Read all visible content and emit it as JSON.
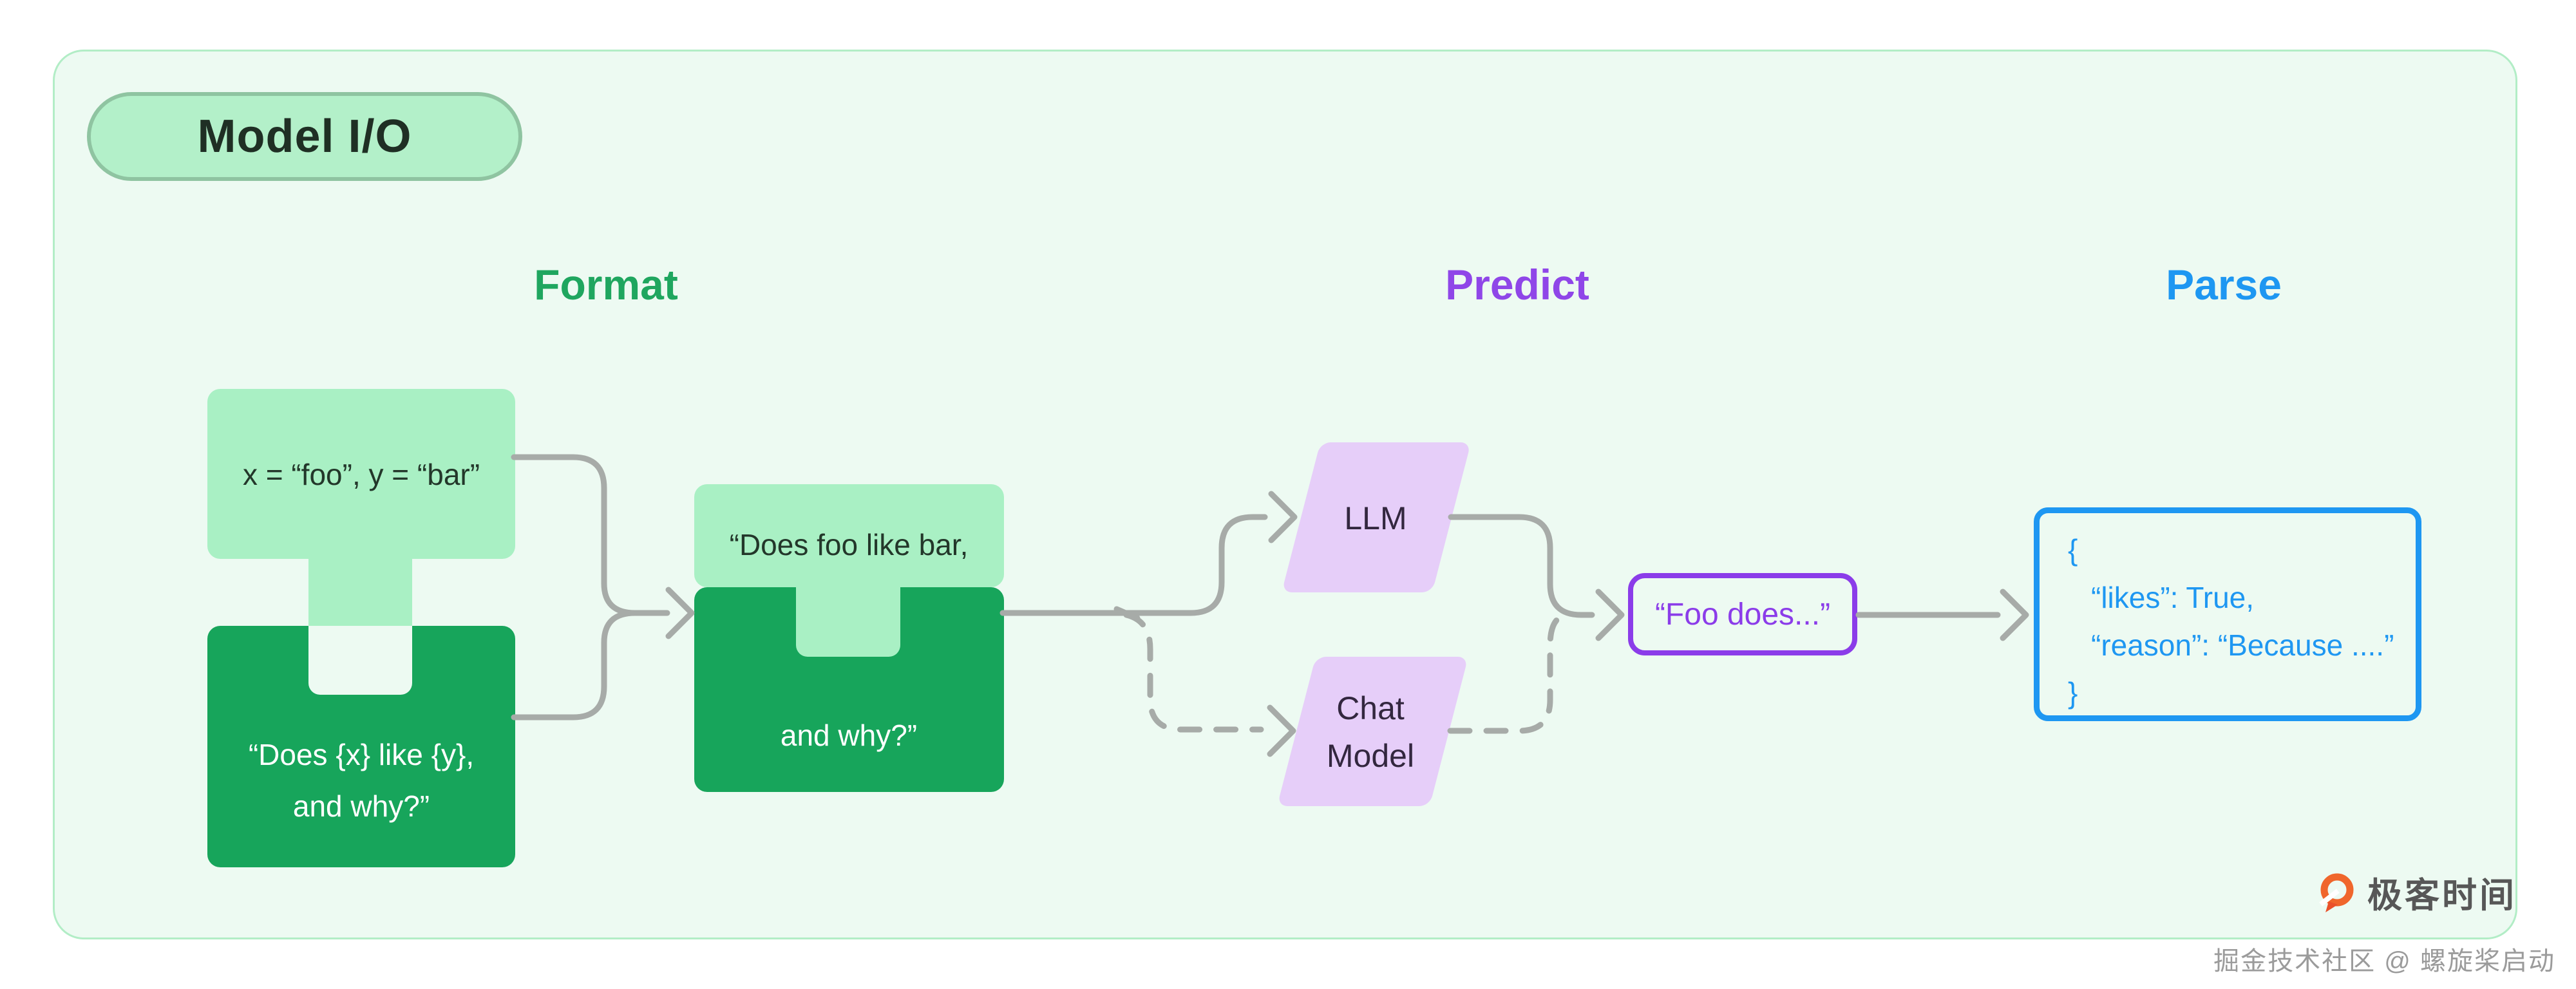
{
  "badge": {
    "label": "Model I/O"
  },
  "columns": {
    "format": "Format",
    "predict": "Predict",
    "parse": "Parse"
  },
  "format_section": {
    "values_piece": "x = “foo”, y = “bar”",
    "template_line1": "“Does {x} like {y},",
    "template_line2": "and why?”",
    "merged_top": "“Does foo like bar,",
    "merged_bottom": "and why?”"
  },
  "predict_section": {
    "llm_label": "LLM",
    "chat_label_line1": "Chat",
    "chat_label_line2": "Model",
    "output_text": "“Foo does...”"
  },
  "parse_section": {
    "json_lines": {
      "open": "{",
      "likes": "“likes”: True,",
      "reason": "“reason”: “Because ....”",
      "close": "}"
    }
  },
  "branding": {
    "logo_text": "极客时间",
    "watermark": "掘金技术社区 @ 螺旋桨启动"
  },
  "colors": {
    "page_bg": "#ffffff",
    "panel_bg": "#edfaf2",
    "panel_border": "#b2edc6",
    "badge_bg": "#b3f0c9",
    "badge_border": "#8fc4a1",
    "badge_text": "#1f2f24",
    "light_green": "#a9f0c4",
    "dark_green": "#17a55b",
    "piece_text_dark": "#23372a",
    "format_accent": "#1fa65f",
    "predict_accent": "#8f46e8",
    "parse_accent": "#1e97f2",
    "parallelogram_bg": "#e6cef9",
    "parallelogram_text": "#33273f",
    "output_box_accent": "#8b3ce9",
    "arrow_gray": "#a7aba8",
    "logo_orange": "#f0662c",
    "logo_text_color": "#575757",
    "watermark_color": "#9b9b9b"
  }
}
